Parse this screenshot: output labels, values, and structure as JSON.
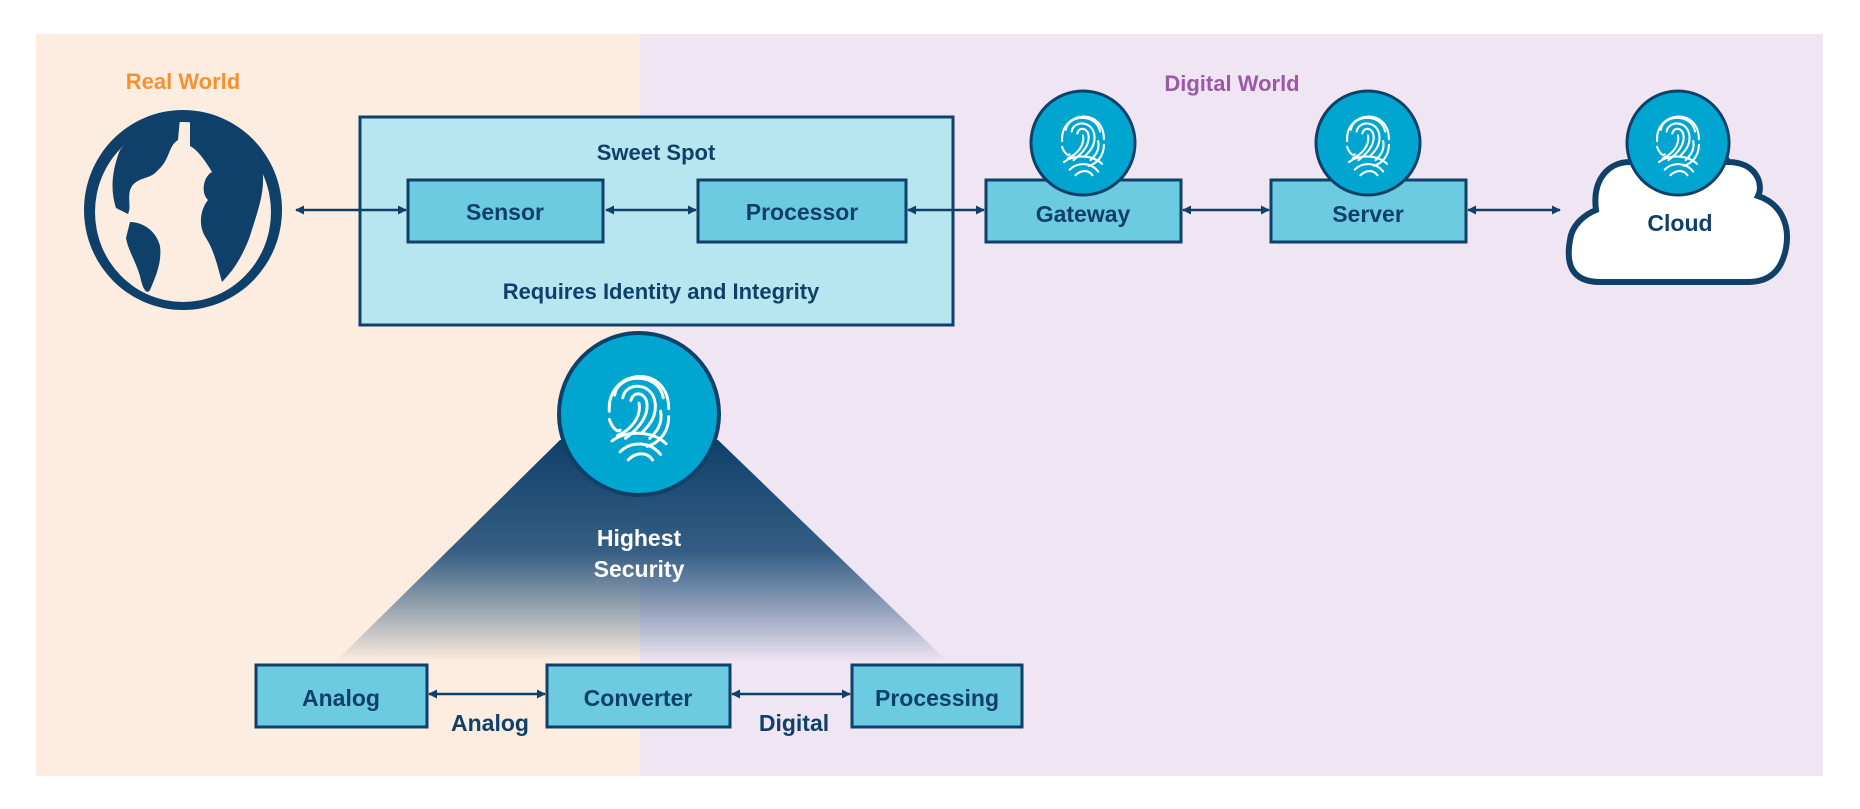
{
  "regions": {
    "real_world": {
      "label": "Real World",
      "color": "#f5922f",
      "bg": "#fdede0"
    },
    "digital_world": {
      "label": "Digital World",
      "color": "#9b59a8",
      "bg": "#f0e5f3"
    }
  },
  "sweet_spot": {
    "title": "Sweet Spot",
    "subtitle": "Requires Identity and Integrity",
    "nodes": [
      "Sensor",
      "Processor"
    ]
  },
  "chain": [
    "Gateway",
    "Server",
    "Cloud"
  ],
  "security": {
    "label_line1": "Highest",
    "label_line2": "Security"
  },
  "bottom": {
    "nodes": [
      "Analog",
      "Converter",
      "Processing"
    ],
    "links": [
      "Analog",
      "Digital"
    ]
  },
  "colors": {
    "navy": "#0f4069",
    "box_fill": "#6ccbe0",
    "sweet_fill": "#b8e6f0",
    "fingerprint_fill": "#00a5d0"
  }
}
